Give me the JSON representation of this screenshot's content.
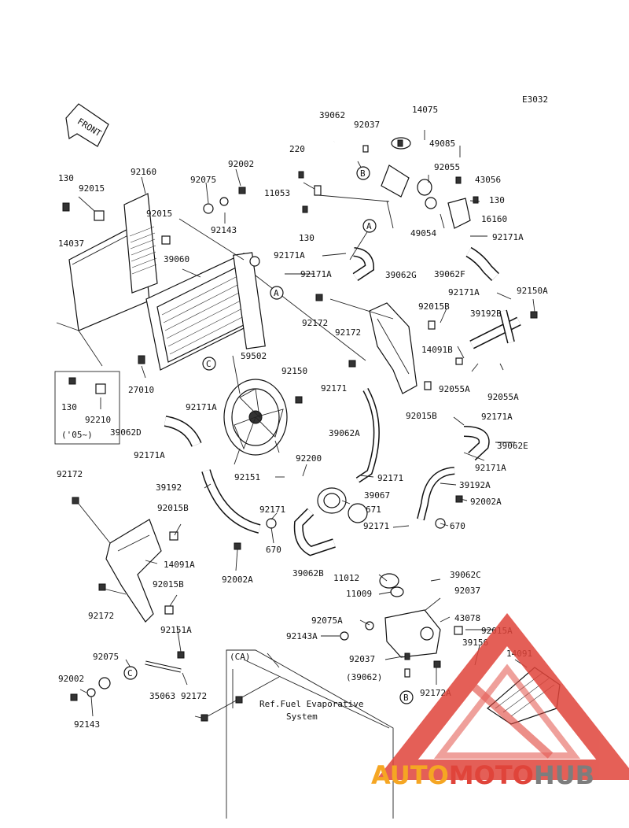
{
  "diagram_code": "E3032",
  "front_label": "FRONT",
  "callouts": [
    "A",
    "B",
    "C"
  ],
  "note_ca": "(CA)",
  "note_ref": [
    "Ref.Fuel Evaporative",
    "System"
  ],
  "note_year": "('05~)",
  "note_paren_part": "(39062)",
  "parts": [
    "130",
    "92015",
    "14037",
    "92160",
    "92075",
    "92002",
    "92015",
    "92143",
    "39060",
    "27010",
    "130",
    "92210",
    "39062D",
    "92171A",
    "92171A",
    "39062",
    "92037",
    "14075",
    "49085",
    "220",
    "11053",
    "130",
    "92171A",
    "92171A",
    "39062G",
    "92055",
    "43056",
    "130",
    "16160",
    "49054",
    "92171A",
    "39062F",
    "92171A",
    "92150A",
    "92172",
    "92015B",
    "92172",
    "39192B",
    "14091B",
    "92055A",
    "92055A",
    "59502",
    "92150",
    "92171",
    "39062A",
    "92015B",
    "92171A",
    "39062E",
    "92171A",
    "92172",
    "92200",
    "92151",
    "92171",
    "39067",
    "671",
    "39192A",
    "92002A",
    "670",
    "92171",
    "39192",
    "92171",
    "670",
    "92002A",
    "92015B",
    "14091A",
    "92015B",
    "92172",
    "92151A",
    "39062B",
    "11012",
    "39062C",
    "11009",
    "92037",
    "92075A",
    "43078",
    "92143A",
    "92015A",
    "39156",
    "14091",
    "92037",
    "92075",
    "92002",
    "92143",
    "35063",
    "92172",
    "92172A"
  ],
  "watermark": {
    "part1": "AUTO",
    "part2": "MOTO",
    "part3": "HUB",
    "color1": "#f5a623",
    "color2": "#e0443a",
    "color3": "#7d7d7d"
  }
}
